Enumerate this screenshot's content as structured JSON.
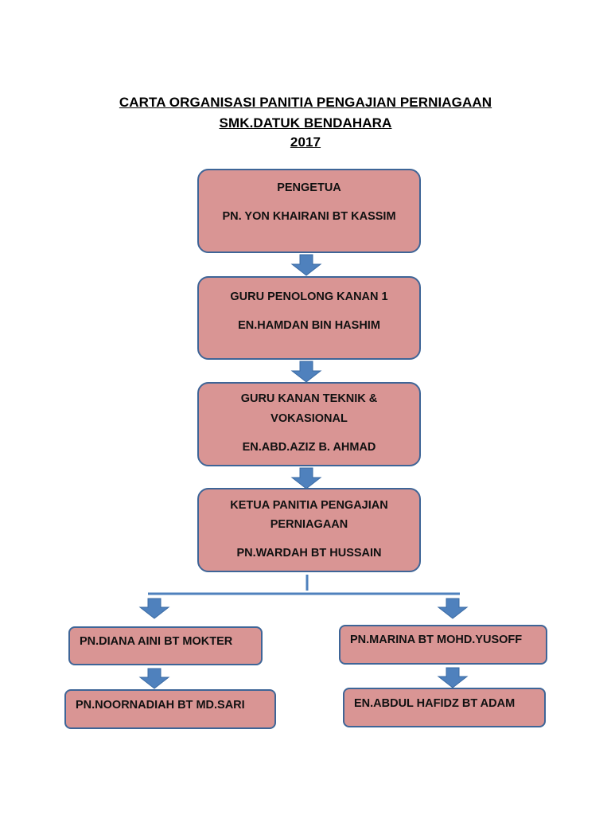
{
  "title": {
    "line1": "CARTA ORGANISASI PANITIA PENGAJIAN PERNIAGAAN",
    "line2": "SMK.DATUK BENDAHARA",
    "line3": "2017"
  },
  "colors": {
    "box_fill": "#d99594",
    "box_border": "#3e6597",
    "arrow": "#4f81bd",
    "line": "#4f81bd"
  },
  "hierarchy": [
    {
      "role": "PENGETUA",
      "name": "PN. YON KHAIRANI BT KASSIM"
    },
    {
      "role": "GURU PENOLONG KANAN 1",
      "name": "EN.HAMDAN BIN HASHIM"
    },
    {
      "role_line1": "GURU KANAN TEKNIK &",
      "role_line2": "VOKASIONAL",
      "name": "EN.ABD.AZIZ B. AHMAD"
    },
    {
      "role_line1": "KETUA PANITIA PENGAJIAN",
      "role_line2": "PERNIAGAAN",
      "name": "PN.WARDAH BT HUSSAIN"
    }
  ],
  "members": {
    "left": [
      "PN.DIANA AINI BT MOKTER",
      "PN.NOORNADIAH BT MD.SARI"
    ],
    "right": [
      "PN.MARINA BT MOHD.YUSOFF",
      "EN.ABDUL HAFIDZ BT ADAM"
    ]
  }
}
